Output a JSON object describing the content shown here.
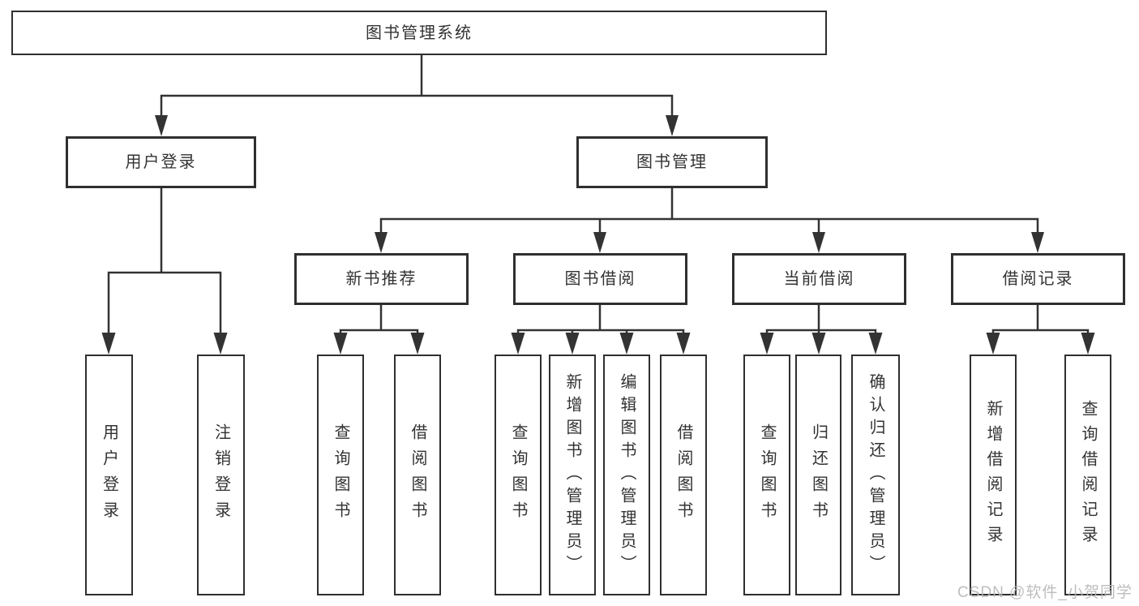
{
  "nodes": {
    "root": "图书管理系统",
    "user_login": "用户登录",
    "book_mgmt": "图书管理",
    "new_book": "新书推荐",
    "book_borrow": "图书借阅",
    "current_borrow": "当前借阅",
    "borrow_record": "借阅记录"
  },
  "leaves": {
    "user_login": "用户登录",
    "logout": "注销登录",
    "newbook_query": "查询图书",
    "newbook_borrow": "借阅图书",
    "borrow_query": "查询图书",
    "borrow_add": "新增图书（管理员）",
    "borrow_edit": "编辑图书（管理员）",
    "borrow_borrow": "借阅图书",
    "current_query": "查询图书",
    "current_return": "归还图书",
    "current_confirm": "确认归还（管理员）",
    "record_add": "新增借阅记录",
    "record_query": "查询借阅记录"
  },
  "watermark": "CSDN @软件_小贺同学",
  "colors": {
    "line": "#333333",
    "text": "#333333",
    "background": "#ffffff",
    "watermark": "#b7b7b7"
  }
}
